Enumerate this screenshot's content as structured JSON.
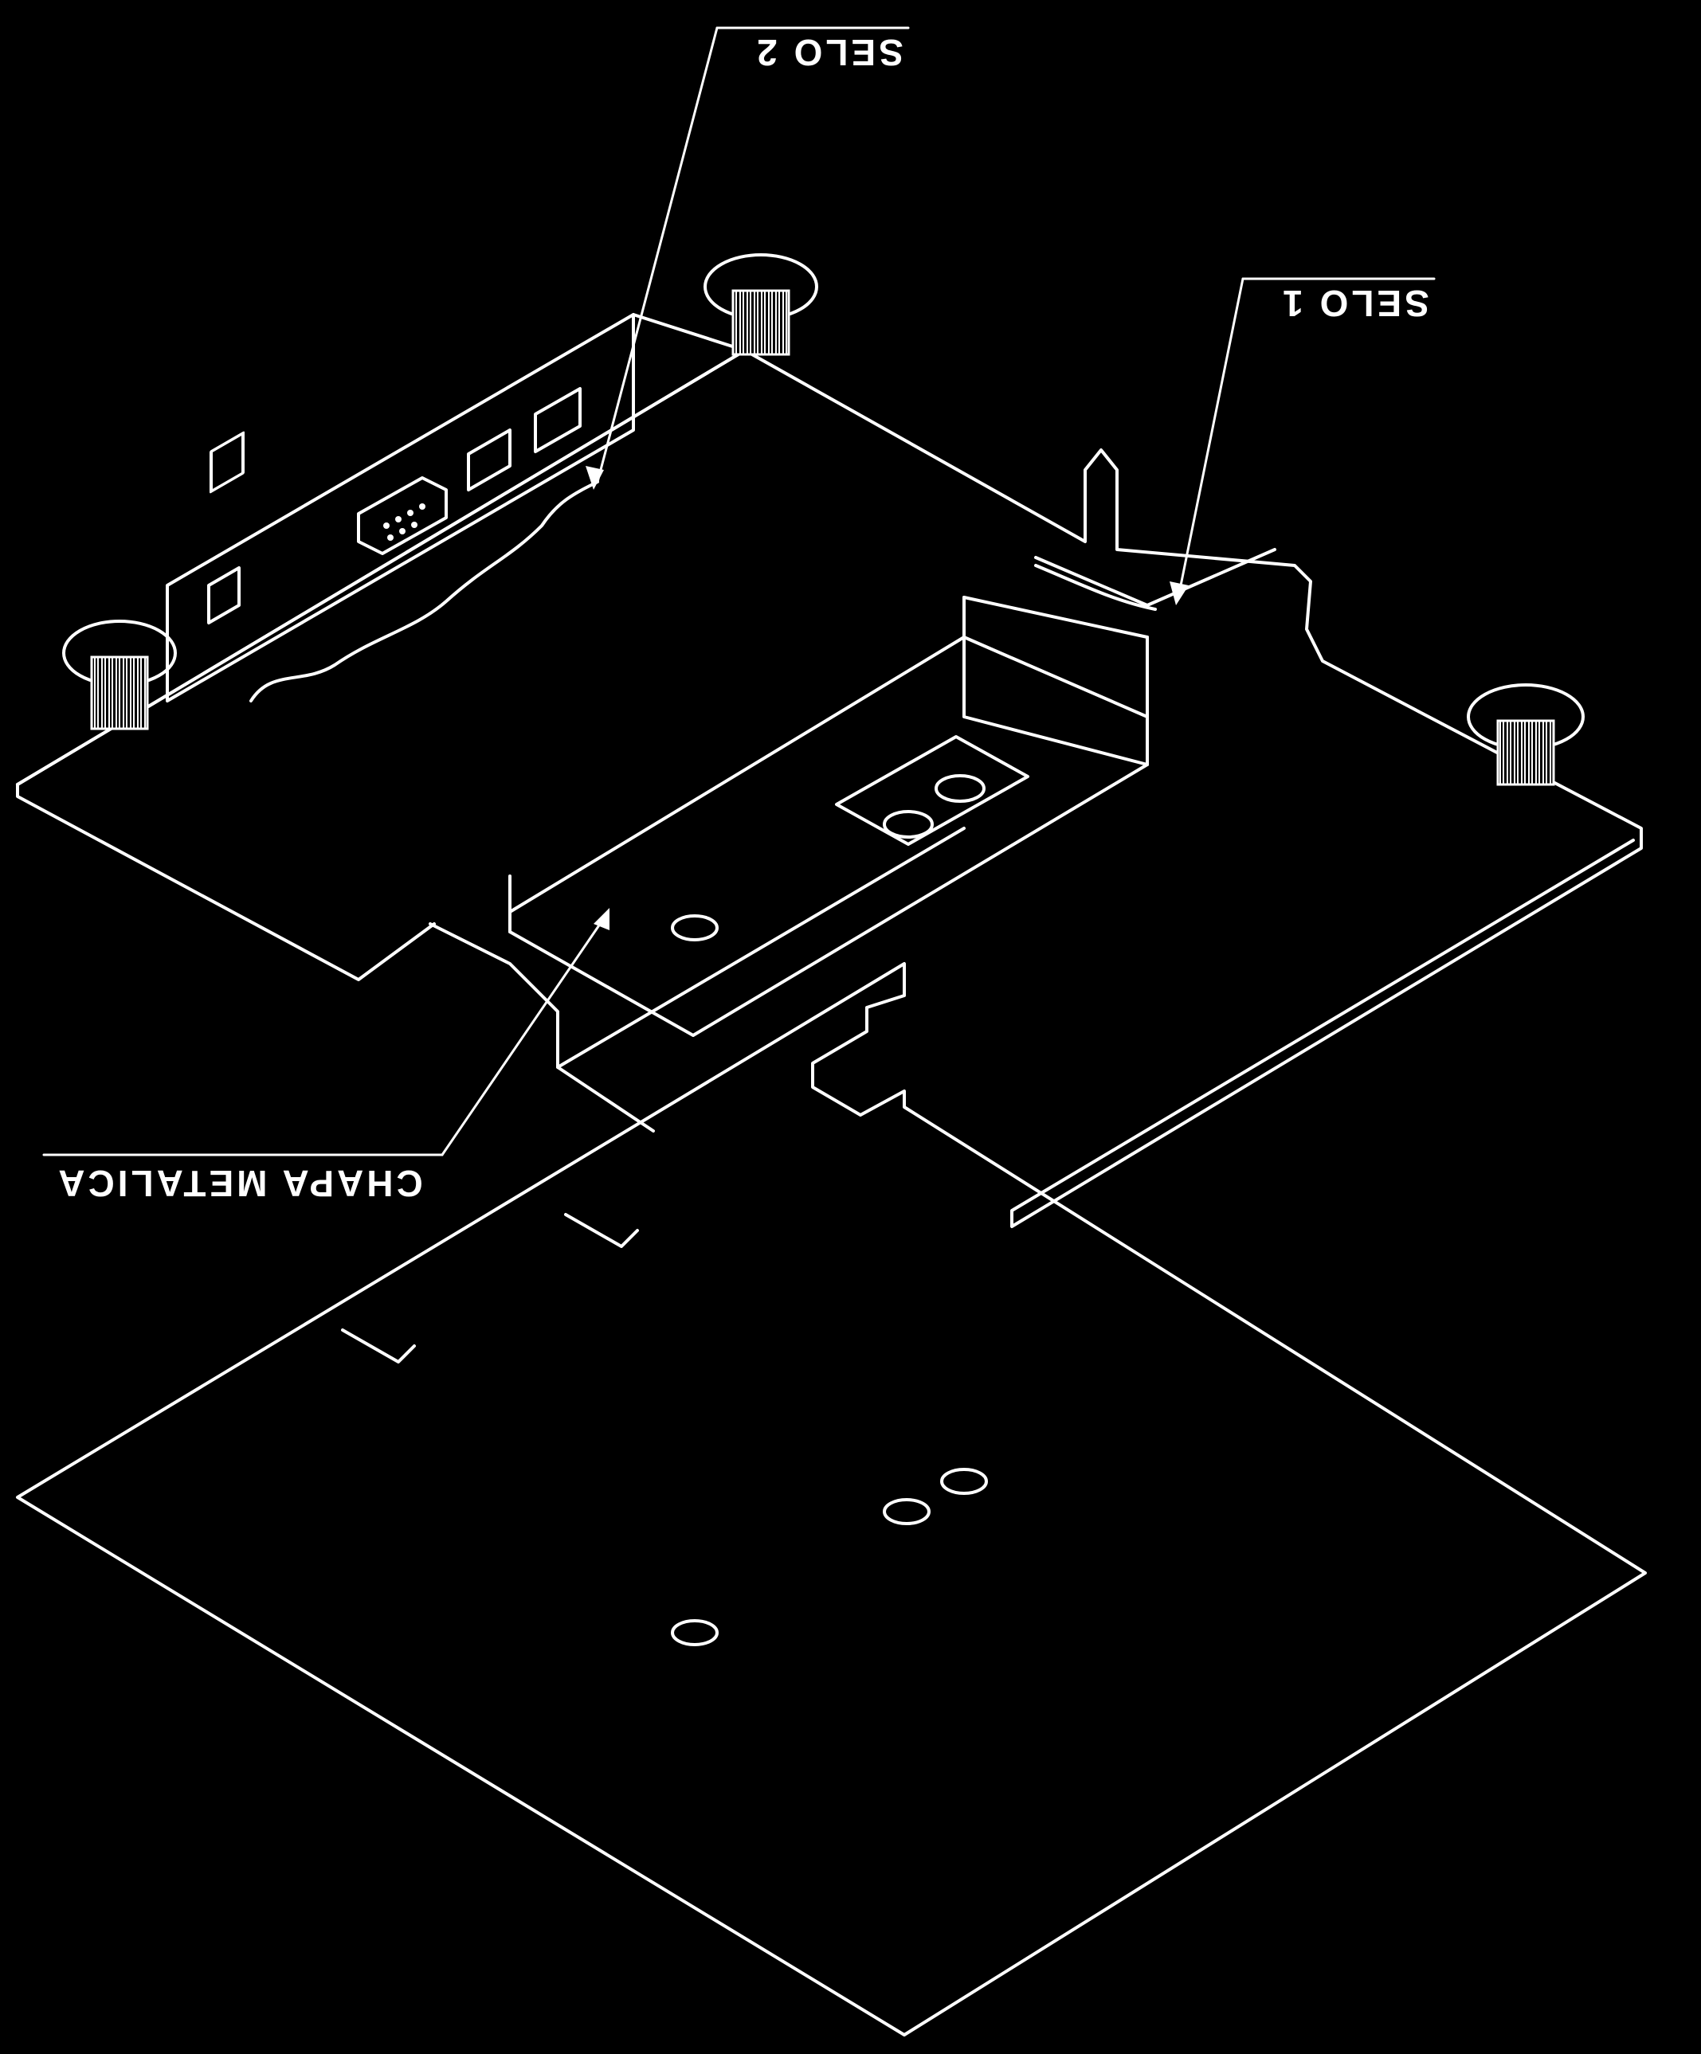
{
  "labels": {
    "selo2": "SELO 2",
    "selo1": "SELO 1",
    "chapa": "CHAPA METALICA"
  },
  "colors": {
    "background": "#000000",
    "line": "#ffffff"
  }
}
